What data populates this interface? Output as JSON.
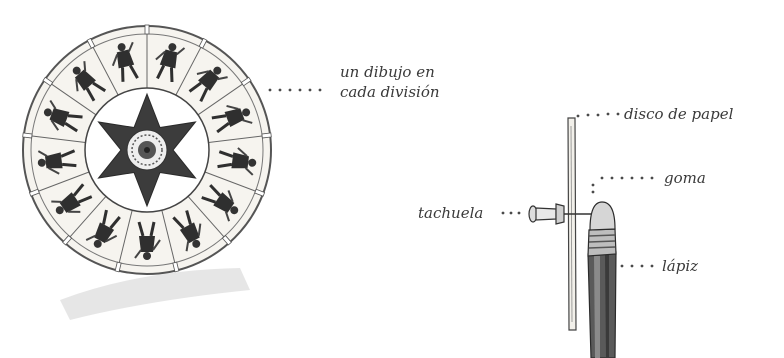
{
  "labels": {
    "division_line1": "un dibujo en",
    "division_line2": "cada división",
    "disco": "disco de papel",
    "goma": "goma",
    "tachuela": "tachuela",
    "lapiz": "lápiz"
  },
  "disc": {
    "segments": 13,
    "star_points": 6
  },
  "colors": {
    "ink": "#2f2f2f",
    "label": "#3a3a3a",
    "paper": "#f6f4ef"
  }
}
